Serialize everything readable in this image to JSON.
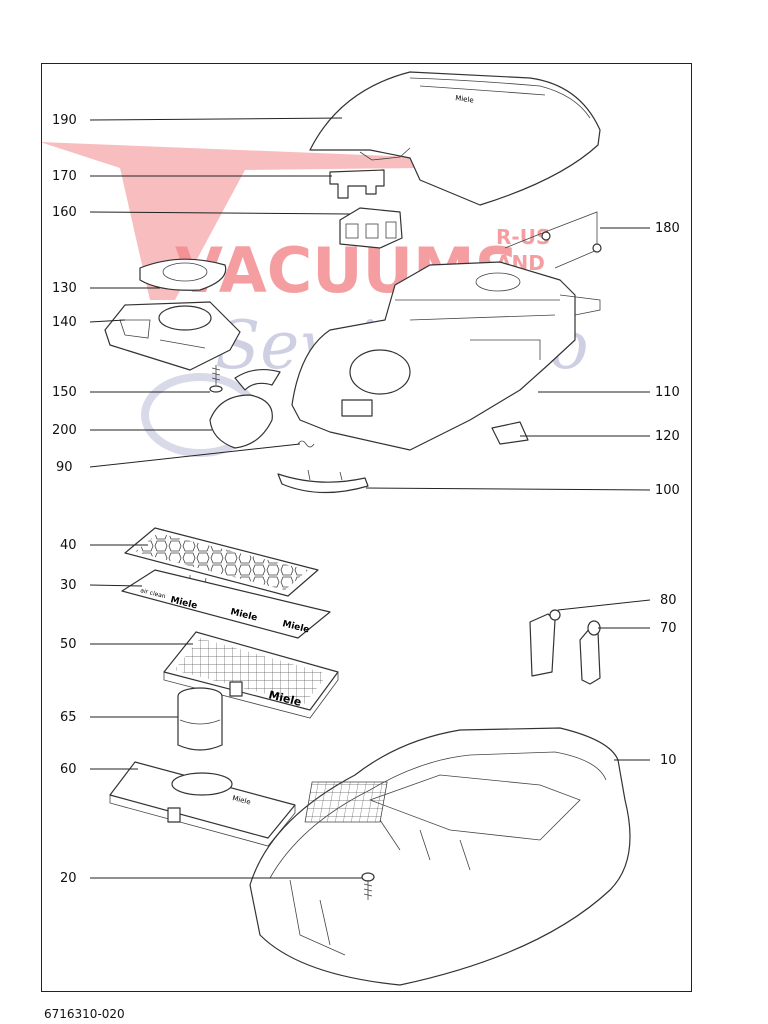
{
  "diagram": {
    "labels": {
      "p190": "190",
      "p170": "170",
      "p160": "160",
      "p180": "180",
      "p130": "130",
      "p140": "140",
      "p150": "150",
      "p200": "200",
      "p90": "90",
      "p110": "110",
      "p120": "120",
      "p100": "100",
      "p40": "40",
      "p30": "30",
      "p50": "50",
      "p80": "80",
      "p70": "70",
      "p65": "65",
      "p60": "60",
      "p10": "10",
      "p20": "20"
    },
    "doc_number": "6716310-020",
    "watermark": {
      "brand_main": "VACUUMS",
      "brand_small1": "R-US",
      "brand_small2": "AND",
      "brand_script": "Sewing too"
    },
    "part_text": {
      "lid_brand": "Miele",
      "filter_brand": "Miele",
      "base_brand": "Miele",
      "pad_text1": "air clean",
      "pad_text2": "Miele"
    },
    "colors": {
      "watermark_red": "#e8242a",
      "watermark_blue": "#3b3f8f",
      "line": "#222222"
    }
  }
}
